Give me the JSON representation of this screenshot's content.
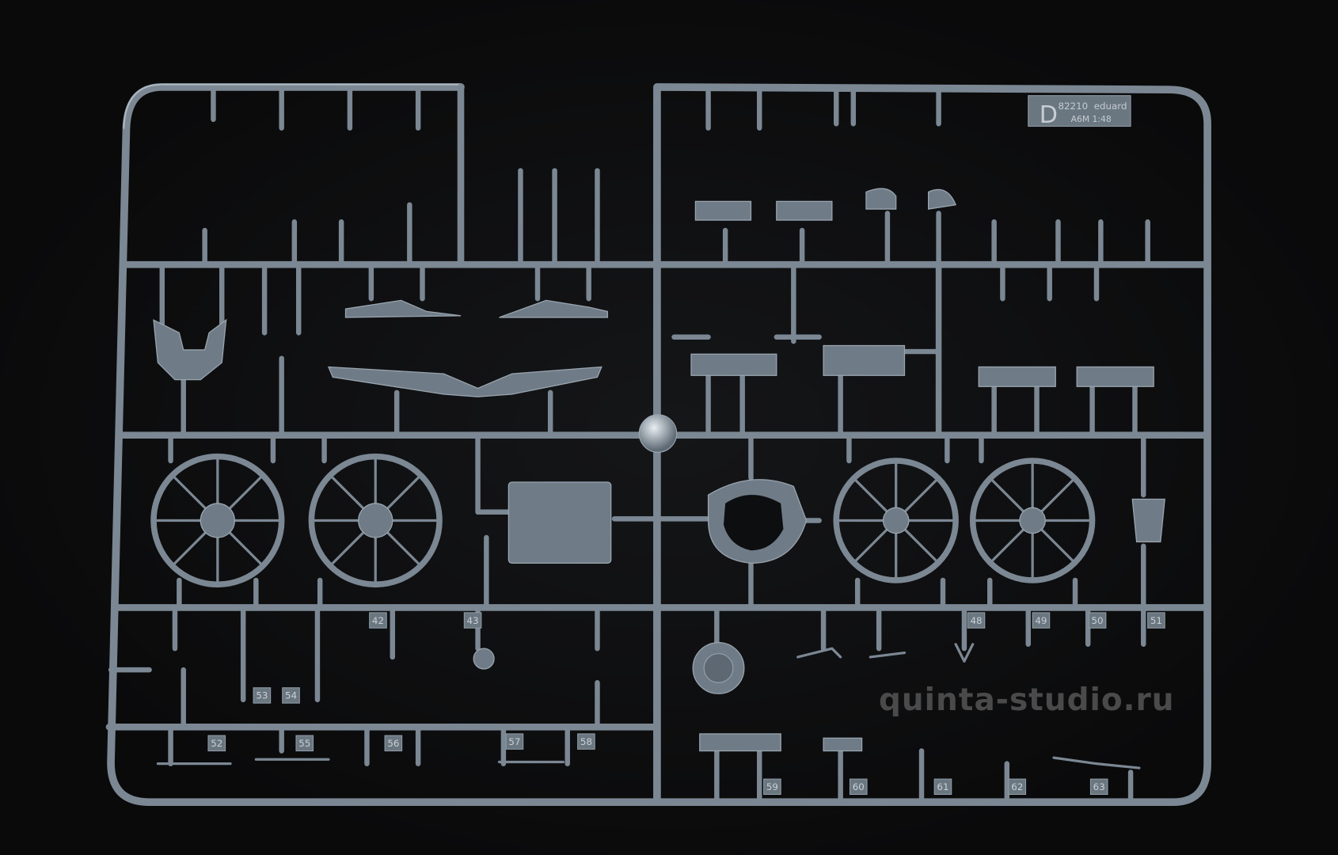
{
  "sprue_tag": {
    "letter": "D",
    "code": "82210",
    "brand": "eduard",
    "subtitle": "A6M 1:48"
  },
  "part_numbers": [
    "42",
    "43",
    "48",
    "49",
    "50",
    "51",
    "52",
    "53",
    "54",
    "55",
    "56",
    "57",
    "58",
    "59",
    "60",
    "61",
    "62",
    "63"
  ],
  "watermark": "quinta-studio.ru"
}
